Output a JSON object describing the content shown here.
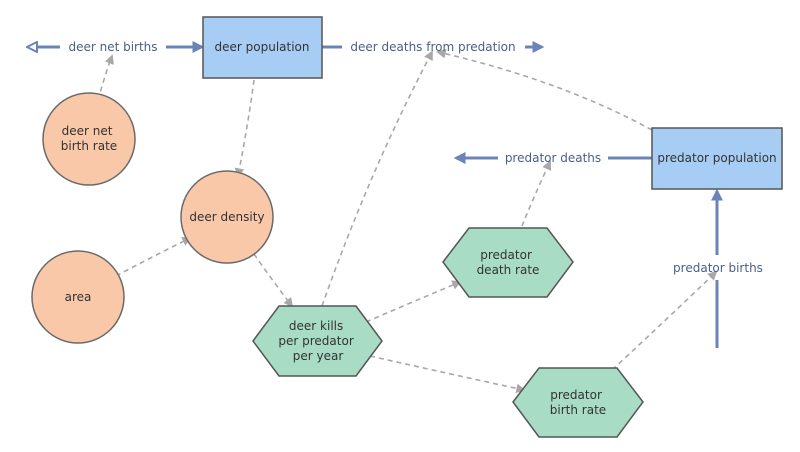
{
  "colors": {
    "stock_fill": "#a8cdf4",
    "stock_stroke": "#555555",
    "converter_fill": "#f8c8a8",
    "converter_stroke": "#6a6a6a",
    "hex_fill": "#a8dcc4",
    "hex_stroke": "#555555",
    "flow": "#6b84b8",
    "link": "#a8a8a8",
    "text": "#333333",
    "flow_text": "#4a5f87"
  },
  "nodes": {
    "deer_population": {
      "label": "deer population",
      "shape": "stock"
    },
    "predator_population": {
      "label": "predator population",
      "shape": "stock"
    },
    "deer_net_birth_rate": {
      "lines": [
        "deer net",
        "birth rate"
      ],
      "shape": "converter"
    },
    "deer_density": {
      "label": "deer density",
      "shape": "converter"
    },
    "area": {
      "label": "area",
      "shape": "converter"
    },
    "deer_kills": {
      "lines": [
        "deer kills",
        "per predator",
        "per year"
      ],
      "shape": "hexagon"
    },
    "predator_death_rate": {
      "lines": [
        "predator",
        "death rate"
      ],
      "shape": "hexagon"
    },
    "predator_birth_rate": {
      "lines": [
        "predator",
        "birth rate"
      ],
      "shape": "hexagon"
    }
  },
  "flows": {
    "deer_net_births": "deer net births",
    "deer_deaths_from_predation": "deer deaths from predation",
    "predator_deaths": "predator deaths",
    "predator_births": "predator births"
  }
}
